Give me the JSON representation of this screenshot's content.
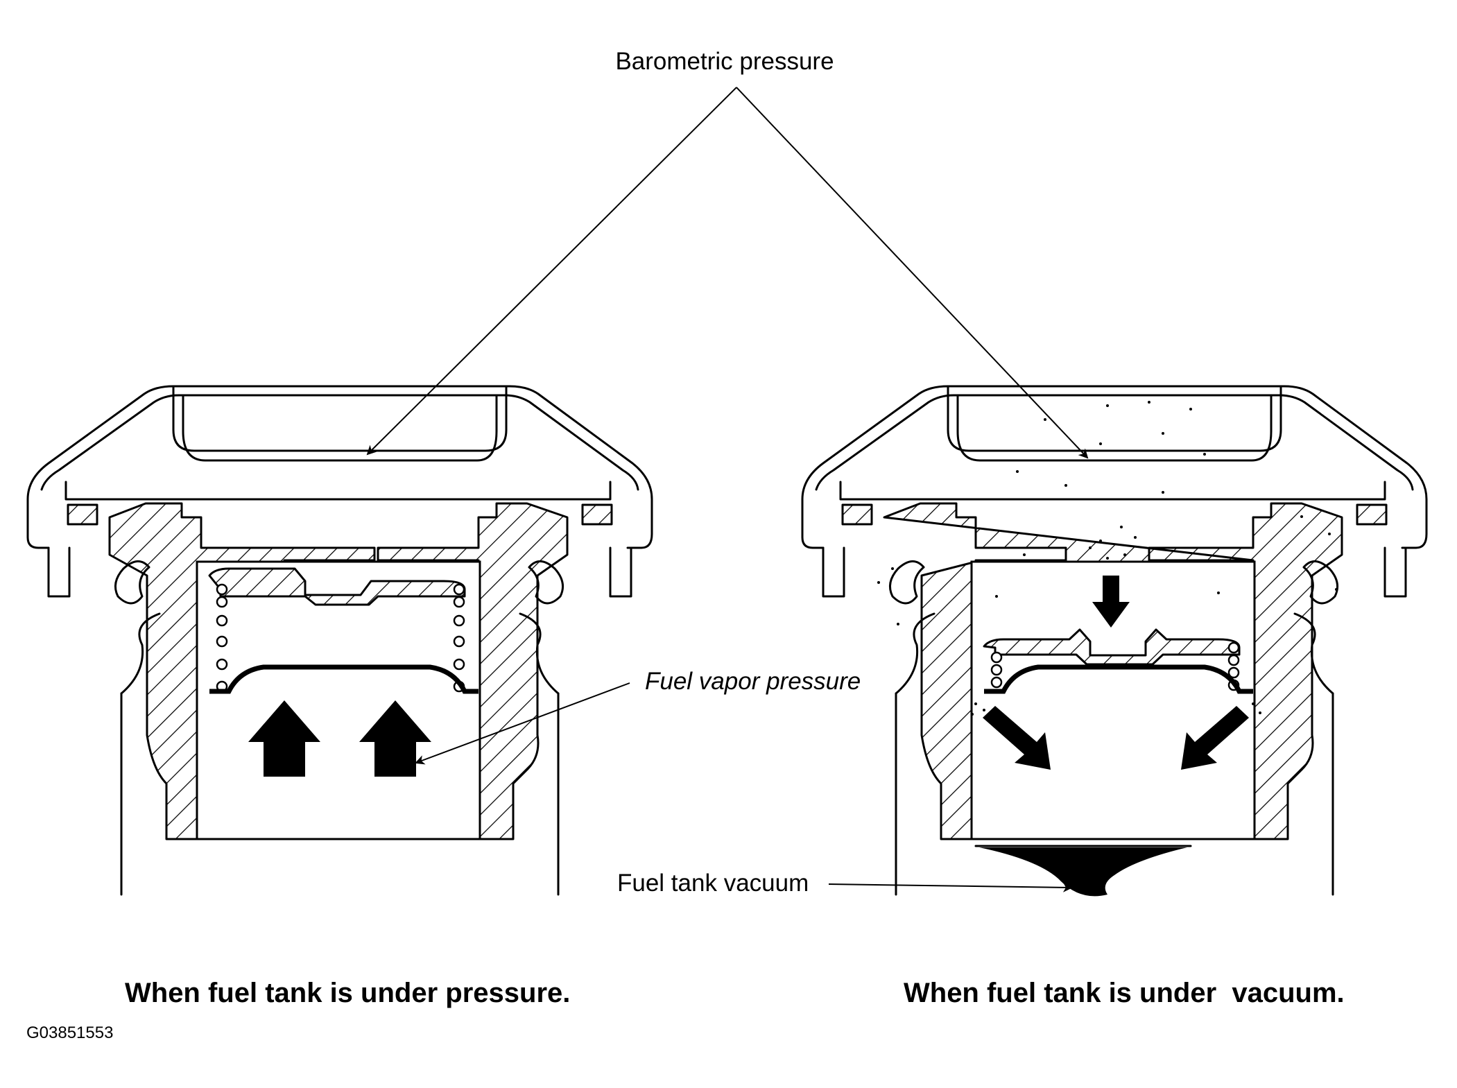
{
  "labels": {
    "barometric_pressure": "Barometric pressure",
    "fuel_vapor_pressure": "Fuel vapor pressure",
    "fuel_tank_vacuum": "Fuel tank vacuum"
  },
  "captions": {
    "left": "When fuel tank is under pressure.",
    "right": "When fuel tank is under  vacuum."
  },
  "figure_id": "G03851553",
  "colors": {
    "line": "#000000",
    "background": "#ffffff"
  }
}
